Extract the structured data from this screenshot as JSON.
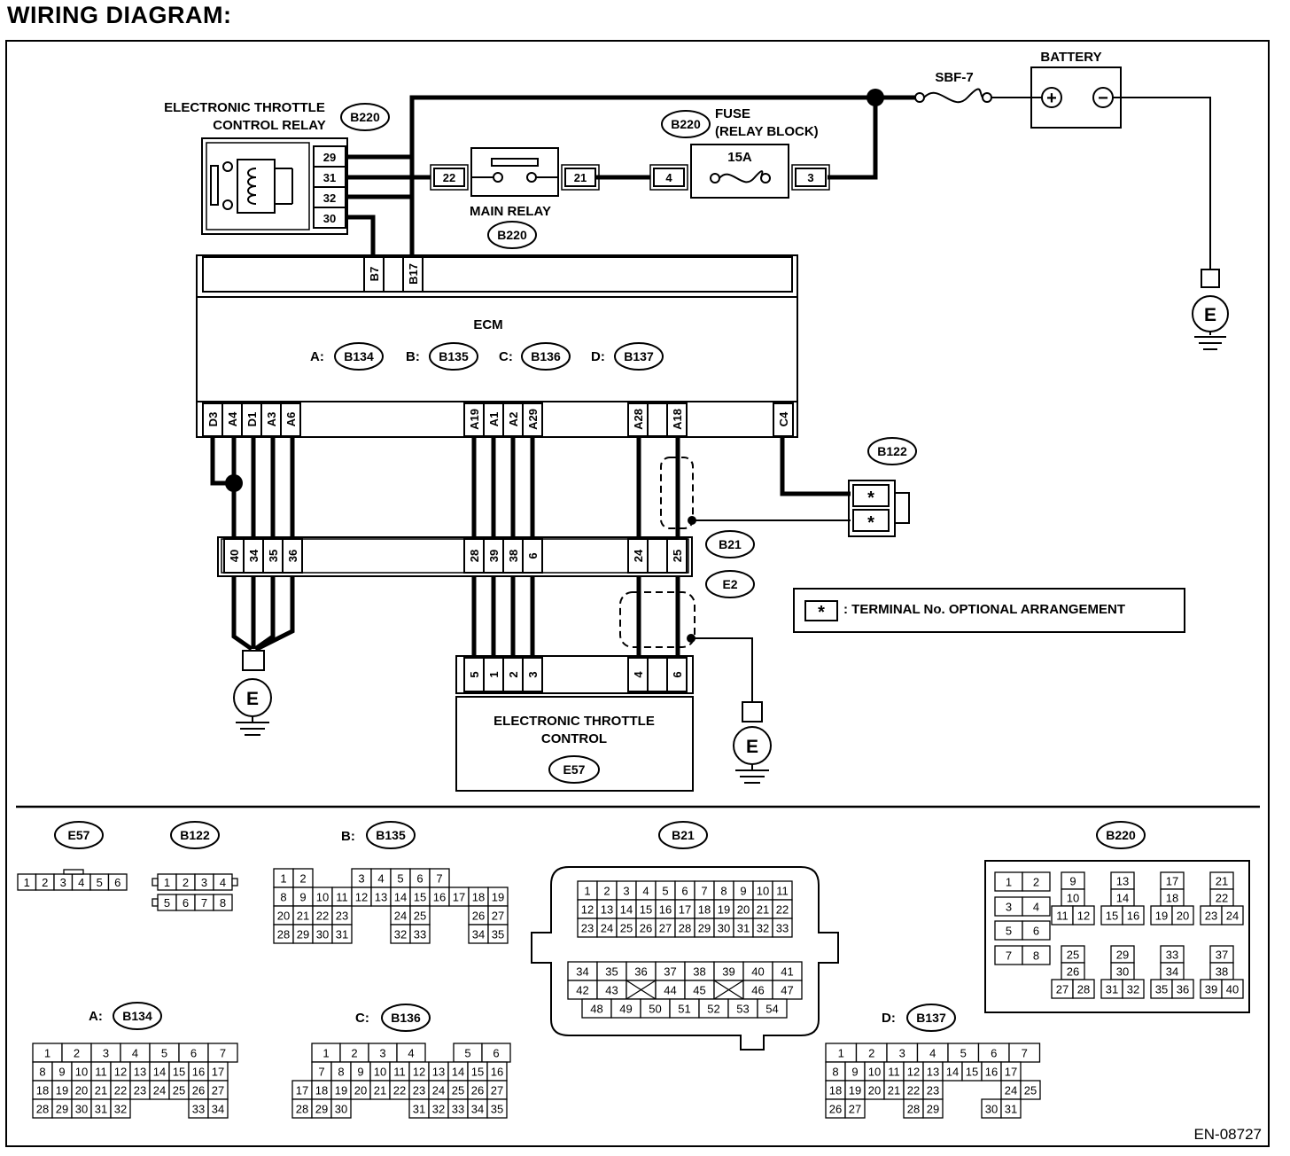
{
  "title": "WIRING DIAGRAM:",
  "doc_id": "EN-08727",
  "battery": {
    "label": "BATTERY",
    "plus": "+",
    "minus": "−"
  },
  "sbf": "SBF-7",
  "fuse": {
    "code": "B220",
    "line1": "FUSE",
    "line2": "(RELAY BLOCK)",
    "rating": "15A",
    "pin_in": "4",
    "pin_out": "3"
  },
  "main_relay": {
    "label": "MAIN RELAY",
    "code": "B220",
    "pin_left": "22",
    "pin_right": "21"
  },
  "etc_relay": {
    "line1": "ELECTRONIC THROTTLE",
    "line2": "CONTROL RELAY",
    "code": "B220",
    "pins": [
      "29",
      "31",
      "32",
      "30"
    ]
  },
  "ecm": {
    "label": "ECM",
    "connectors": [
      {
        "letter": "A:",
        "code": "B134"
      },
      {
        "letter": "B:",
        "code": "B135"
      },
      {
        "letter": "C:",
        "code": "B136"
      },
      {
        "letter": "D:",
        "code": "B137"
      }
    ],
    "top_pins": [
      "B7",
      "B17"
    ],
    "bottom_pins": [
      "D3",
      "A4",
      "D1",
      "A3",
      "A6",
      "A19",
      "A1",
      "A2",
      "A29",
      "A28",
      "A18",
      "C4"
    ]
  },
  "b122": {
    "code": "B122",
    "pins": [
      "*",
      "*"
    ]
  },
  "b21_e2": {
    "code_top": "B21",
    "code_bottom": "E2",
    "pins": [
      "40",
      "34",
      "35",
      "36",
      "28",
      "39",
      "38",
      "6",
      "24",
      "25"
    ]
  },
  "etc": {
    "line1": "ELECTRONIC THROTTLE",
    "line2": "CONTROL",
    "code": "E57",
    "pins": [
      "5",
      "1",
      "2",
      "3",
      "4",
      "6"
    ]
  },
  "ground": "E",
  "legend": {
    "mark": "*",
    "text": ": TERMINAL No. OPTIONAL ARRANGEMENT"
  },
  "connector_views": {
    "e57": {
      "code": "E57"
    },
    "b122": {
      "code": "B122"
    },
    "b135": {
      "letter": "B:",
      "code": "B135"
    },
    "b21": {
      "code": "B21"
    },
    "b220": {
      "code": "B220"
    },
    "b134": {
      "letter": "A:",
      "code": "B134"
    },
    "b136": {
      "letter": "C:",
      "code": "B136"
    },
    "b137": {
      "letter": "D:",
      "code": "B137"
    }
  }
}
